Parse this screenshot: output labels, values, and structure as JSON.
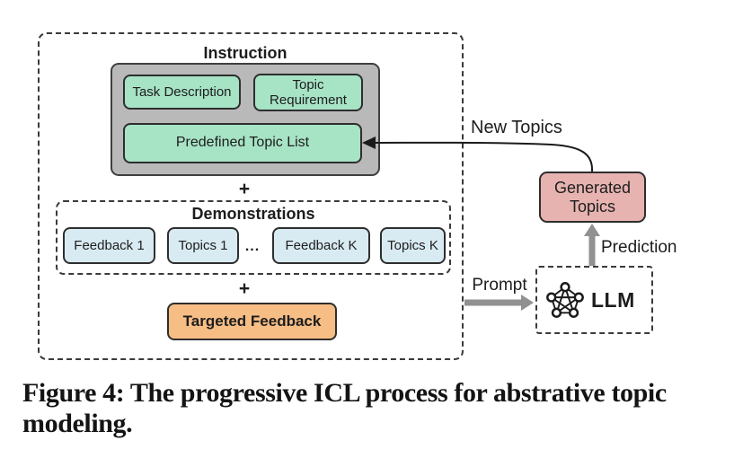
{
  "caption": "Figure 4: The progressive ICL process for abstrative topic modeling.",
  "diagram": {
    "instruction": {
      "title": "Instruction",
      "task_description": "Task Description",
      "topic_requirement": "Topic Requirement",
      "predefined_topic_list": "Predefined Topic List"
    },
    "plus": "+",
    "demonstrations": {
      "title": "Demonstrations",
      "items": [
        "Feedback 1",
        "Topics 1",
        "...",
        "Feedback K",
        "Topics K"
      ]
    },
    "targeted_feedback": "Targeted Feedback",
    "generated_topics": "Generated Topics",
    "llm": {
      "label": "LLM",
      "icon": "network-graph-icon"
    },
    "arrow_labels": {
      "new_topics": "New Topics",
      "prediction": "Prediction",
      "prompt": "Prompt"
    },
    "colors": {
      "instruction_item_fill": "#a7e3c5",
      "instruction_panel_fill": "#b9b9b9",
      "demonstration_item_fill": "#d9ebf2",
      "targeted_feedback_fill": "#f6bd85",
      "generated_topics_fill": "#e6b3b0",
      "thick_arrow_gray": "#919191",
      "thin_arrow_black": "#1b1b1b"
    }
  }
}
